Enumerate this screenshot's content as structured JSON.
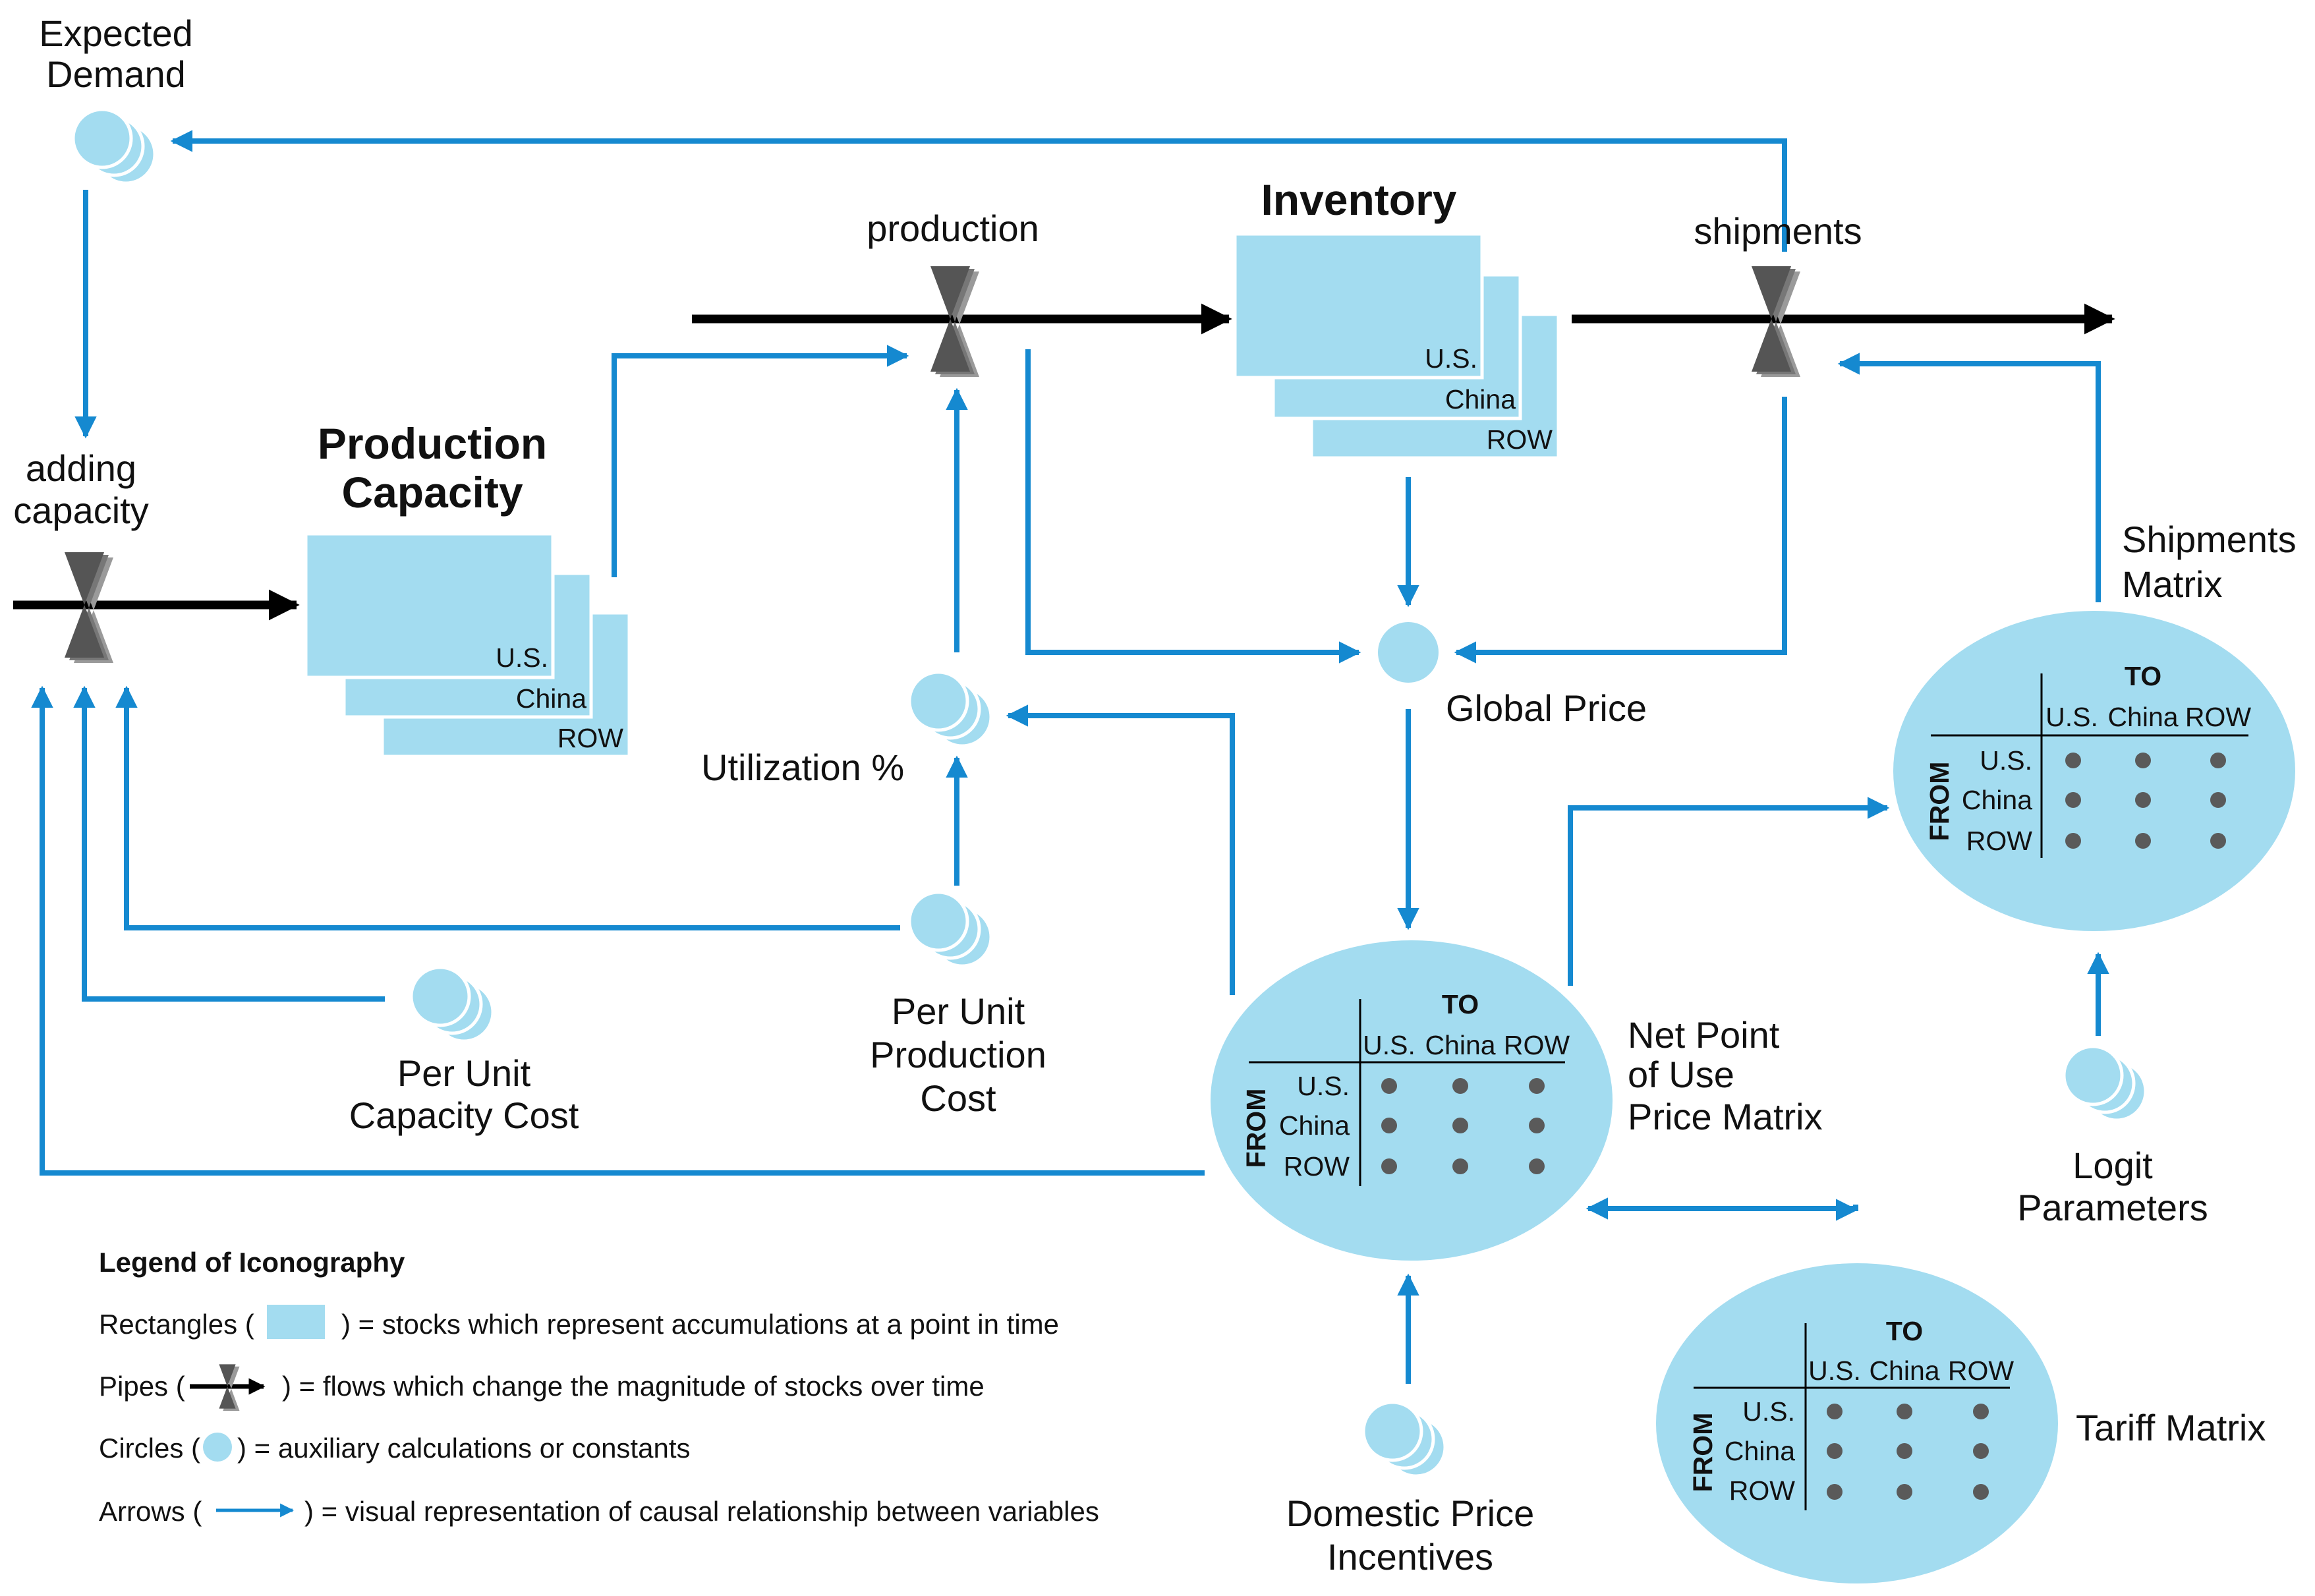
{
  "colors": {
    "stock_fill": "#a3dcf0",
    "arrow": "#1589d0",
    "pipe": "#000000",
    "valve_dark": "#555555",
    "valve_mid": "#8a8a8a",
    "dot": "#5a5a5a"
  },
  "nodes": {
    "expected_demand": [
      "Expected",
      "Demand"
    ],
    "adding_capacity": [
      "adding",
      "capacity"
    ],
    "production_capacity": [
      "Production",
      "Capacity"
    ],
    "production": "production",
    "inventory": "Inventory",
    "shipments": "shipments",
    "global_price": "Global Price",
    "utilization": "Utilization %",
    "per_unit_production_cost": [
      "Per Unit",
      "Production",
      "Cost"
    ],
    "per_unit_capacity_cost": [
      "Per Unit",
      "Capacity Cost"
    ],
    "net_point_price_matrix": [
      "Net Point",
      "of Use",
      "Price Matrix"
    ],
    "shipments_matrix": [
      "Shipments",
      "Matrix"
    ],
    "logit_parameters": [
      "Logit",
      "Parameters"
    ],
    "tariff_matrix": "Tariff Matrix",
    "domestic_price_incentives": [
      "Domestic Price",
      "Incentives"
    ]
  },
  "regions": [
    "U.S.",
    "China",
    "ROW"
  ],
  "matrix_labels": {
    "to": "TO",
    "from": "FROM"
  },
  "legend": {
    "title": "Legend of Iconography",
    "rectangles": {
      "prefix": "Rectangles (",
      "suffix": ") = stocks which represent accumulations at a point in time"
    },
    "pipes": {
      "prefix": "Pipes (",
      "suffix": ") = flows which change the magnitude of stocks over time"
    },
    "circles": {
      "prefix": "Circles (",
      "suffix": ") = auxiliary calculations or constants"
    },
    "arrows": {
      "prefix": "Arrows (",
      "suffix": ") = visual representation of causal relationship between variables"
    }
  }
}
